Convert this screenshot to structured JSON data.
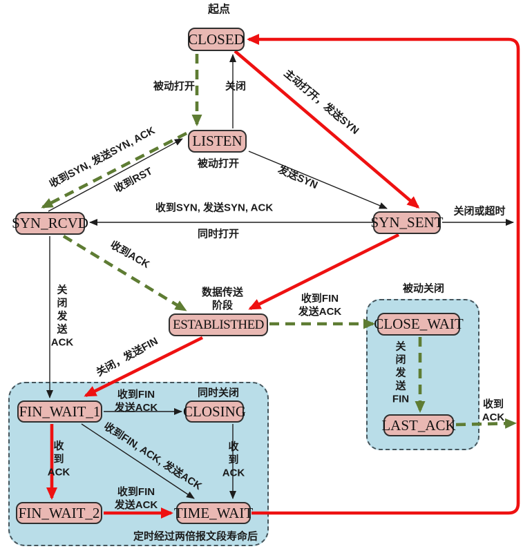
{
  "colors": {
    "state_fill": "#e9b8b3",
    "state_border": "#2f2f2f",
    "red": "#ee1111",
    "green": "#5e7c33",
    "panel_fill": "#b9dde8",
    "panel_border": "#44555c"
  },
  "states": {
    "closed": "CLOSED",
    "listen": "LISTEN",
    "syn_rcvd": "SYN_RCVD",
    "syn_sent": "SYN_SENT",
    "established": "ESTABLISTHED",
    "close_wait": "CLOSE_WAIT",
    "last_ack": "LAST_ACK",
    "fin_wait_1": "FIN_WAIT_1",
    "closing": "CLOSING",
    "fin_wait_2": "FIN_WAIT_2",
    "time_wait": "TIME_WAIT"
  },
  "labels": {
    "start_point": "起点",
    "passive_open_top": "被动打开",
    "close_top": "关闭",
    "active_open_send_syn": "主动打开，发送SYN",
    "recv_syn_send_syn_ack_diag": "收到SYN, 发送SYN, ACK",
    "recv_rst": "收到RST",
    "passive_open_bottom": "被动打开",
    "send_syn": "发送SYN",
    "recv_syn_send_syn_ack": "收到SYN, 发送SYN, ACK",
    "simultaneous_open": "同时打开",
    "close_or_timeout": "关闭或超时",
    "recv_ack_synrcvd": "收到ACK",
    "data_transfer_phase": "数据传送\n阶段",
    "recv_fin_send_ack_est": "收到FIN\n发送ACK",
    "passive_close": "被动关闭",
    "close_send_fin_vertical": "关\n闭\n发\n送\nFIN",
    "recv_ack_lastack": "收到ACK",
    "close_send_ack_vertical": "关\n闭\n发\n送\nACK",
    "close_send_fin": "关闭，发送FIN",
    "simultaneous_close": "同时关闭",
    "recv_fin_send_ack_fw1": "收到FIN\n发送ACK",
    "recv_ack_fw1_vertical": "收\n到\nACK",
    "recv_fin_ack_send_ack": "收到FIN, ACK, 发送ACK",
    "recv_ack_closing_vertical": "收\n到\nACK",
    "recv_fin_send_ack_fw2": "收到FIN\n发送ACK",
    "after_2msl": "定时经过两倍报文段寿命后"
  }
}
